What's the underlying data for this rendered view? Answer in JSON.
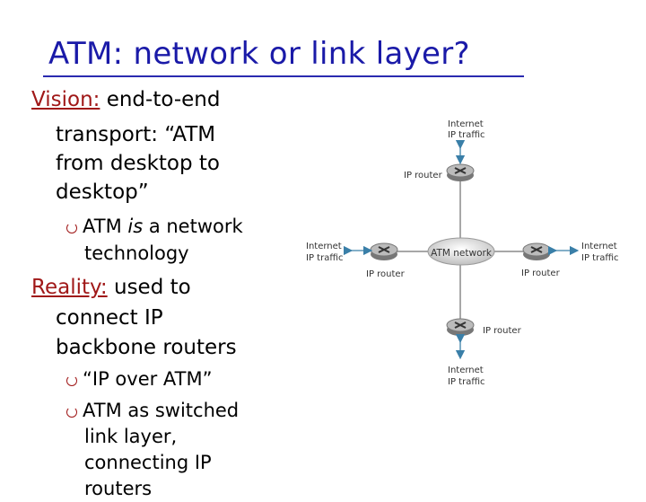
{
  "title": "ATM:  network or link layer?",
  "vision": {
    "lead": "Vision:",
    "line1": " end-to-end",
    "line2": "transport: “ATM",
    "line3": "from desktop to",
    "line4": "desktop”",
    "bullet_line1_pre": "ATM ",
    "bullet_line1_italic": "is",
    "bullet_line1_post": " a network",
    "bullet_line2": "technology"
  },
  "reality": {
    "lead": "Reality:",
    "line1": " used to",
    "line2": "connect IP",
    "line3": "backbone routers",
    "bullet1": "“IP over ATM”",
    "bullet2_line1": "ATM as switched",
    "bullet2_line2": "link layer,",
    "bullet2_line3": "connecting IP",
    "bullet2_line4": "routers"
  },
  "diagram": {
    "atm_network": "ATM network",
    "top_traffic_1": "Internet",
    "top_traffic_2": "IP traffic",
    "top_router": "IP router",
    "left_traffic_1": "Internet",
    "left_traffic_2": "IP traffic",
    "left_router": "IP router",
    "right_traffic_1": "Internet",
    "right_traffic_2": "IP traffic",
    "right_router": "IP router",
    "bottom_router": "IP router",
    "bottom_traffic_1": "Internet",
    "bottom_traffic_2": "IP traffic"
  },
  "colors": {
    "title": "#1a1aa8",
    "lead": "#a01818",
    "arrow": "#3a7fa8"
  }
}
